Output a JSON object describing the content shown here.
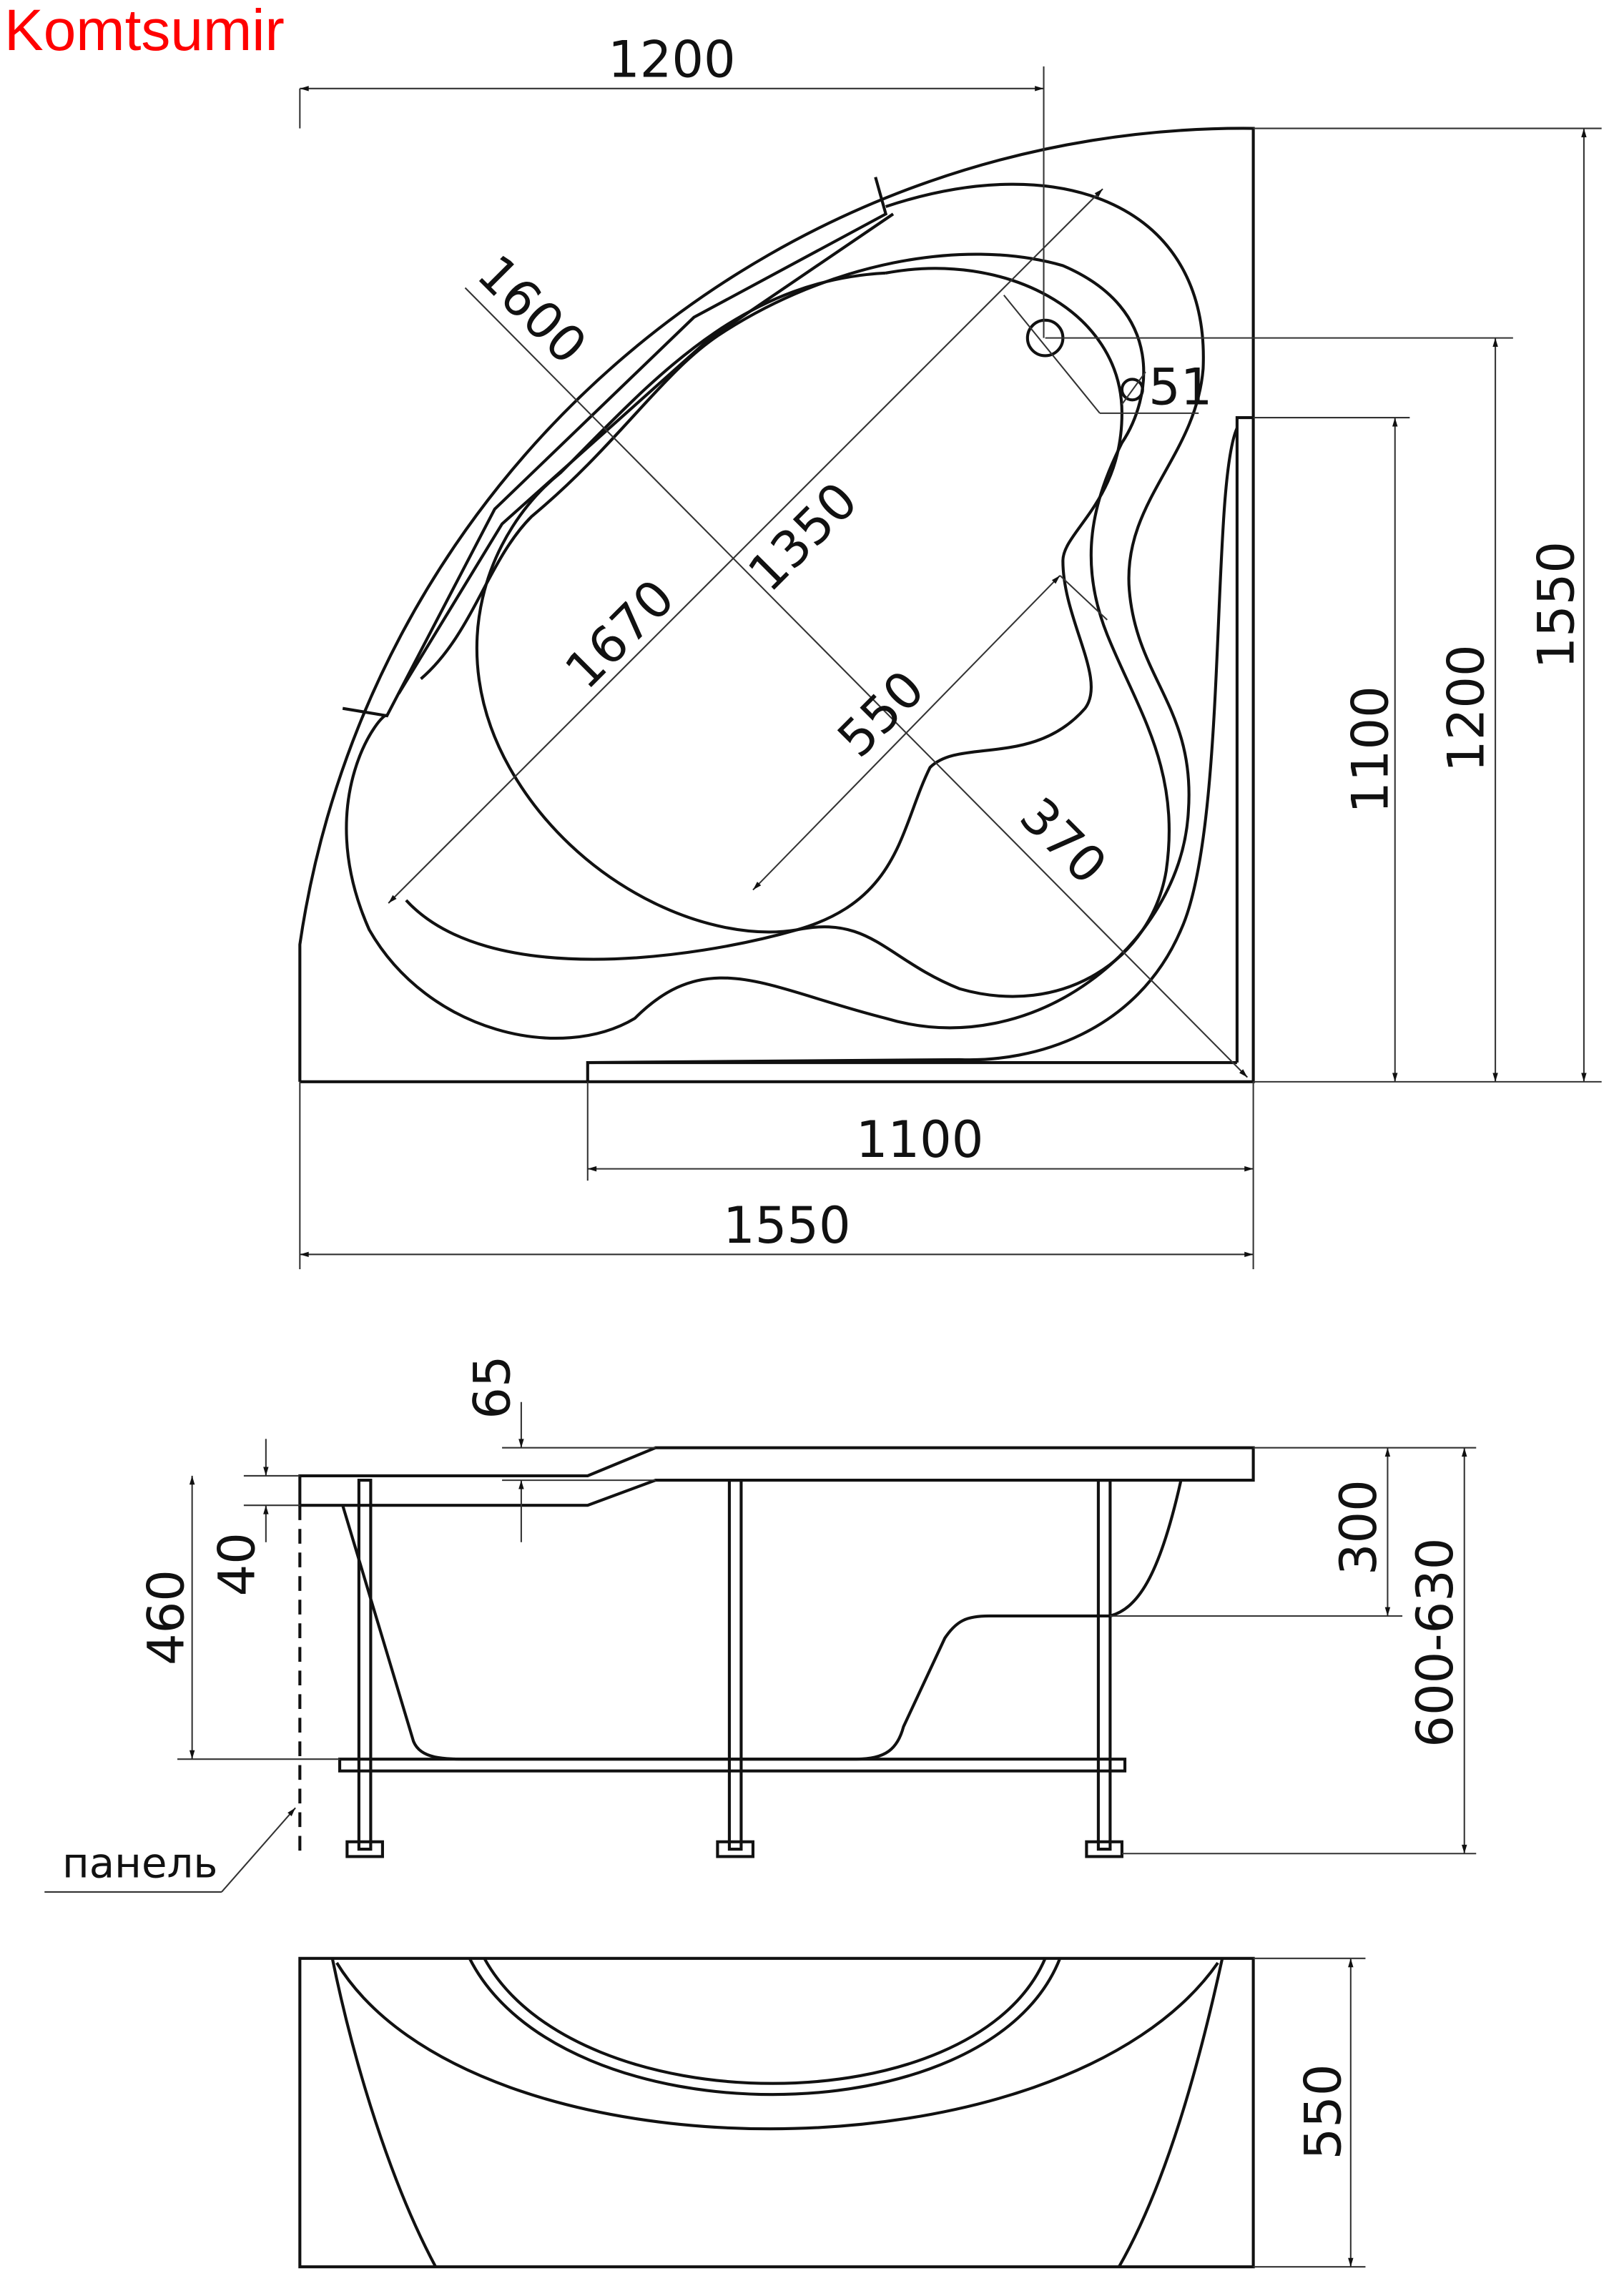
{
  "logo": "Komtsumir",
  "colors": {
    "logo": "#ff0000",
    "lines": "#111111"
  },
  "top_view": {
    "dims": {
      "width_1200": "1200",
      "width_1100": "1100",
      "width_1550": "1550",
      "height_1100": "1100",
      "height_1200": "1200",
      "height_1550": "1550",
      "diag_1600": "1600",
      "diag_1350": "1350",
      "diag_1670": "1670",
      "diag_550": "550",
      "diag_370": "370",
      "drain": "51"
    }
  },
  "side_view": {
    "dims": {
      "d65": "65",
      "d40": "40",
      "d460": "460",
      "d300": "300",
      "d600_630": "600-630"
    },
    "panel_label": "панель"
  },
  "front_panel": {
    "dims": {
      "height_550": "550"
    }
  }
}
